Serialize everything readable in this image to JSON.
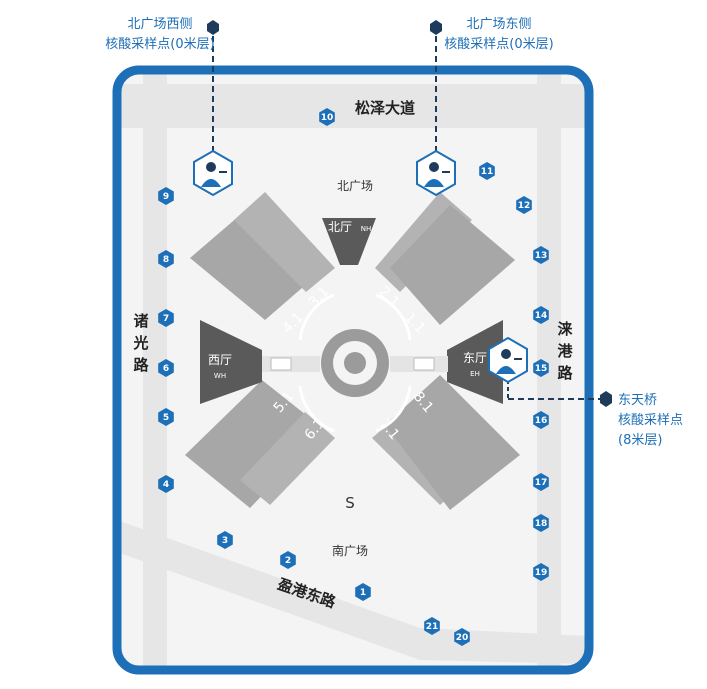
{
  "callouts": {
    "nw": {
      "line1": "北广场西侧",
      "line2": "核酸采样点(0米层)"
    },
    "ne": {
      "line1": "北广场东侧",
      "line2": "核酸采样点(0米层)"
    },
    "e": {
      "line1": "东天桥",
      "line2": "核酸采样点",
      "line3": "(8米层)"
    }
  },
  "roads": {
    "north": "松泽大道",
    "west": [
      "诸",
      "光",
      "路"
    ],
    "east": [
      "涞",
      "港",
      "路"
    ],
    "south": "盈港东路"
  },
  "plazas": {
    "north": "北广场",
    "south": "南广场"
  },
  "halls": {
    "north": {
      "name": "北厅",
      "code": "NH"
    },
    "west": {
      "name": "西厅",
      "code": "WH"
    },
    "east": {
      "name": "东厅",
      "code": "EH"
    }
  },
  "buildings": [
    "4.1",
    "3.1",
    "2.1",
    "1.1",
    "5.1",
    "6.1",
    "7.1",
    "8.1"
  ],
  "center_label": "S",
  "gates": [
    "1",
    "2",
    "3",
    "4",
    "5",
    "6",
    "7",
    "8",
    "9",
    "10",
    "11",
    "12",
    "13",
    "14",
    "15",
    "16",
    "17",
    "18",
    "19",
    "20",
    "21"
  ],
  "colors": {
    "accent": "#1d6fb8",
    "building": "#a7a7a7",
    "hall": "#5a5a5a",
    "road": "#ececec"
  },
  "icons": [
    "testing-station-icon",
    "location-pin-icon",
    "gate-marker-icon"
  ]
}
